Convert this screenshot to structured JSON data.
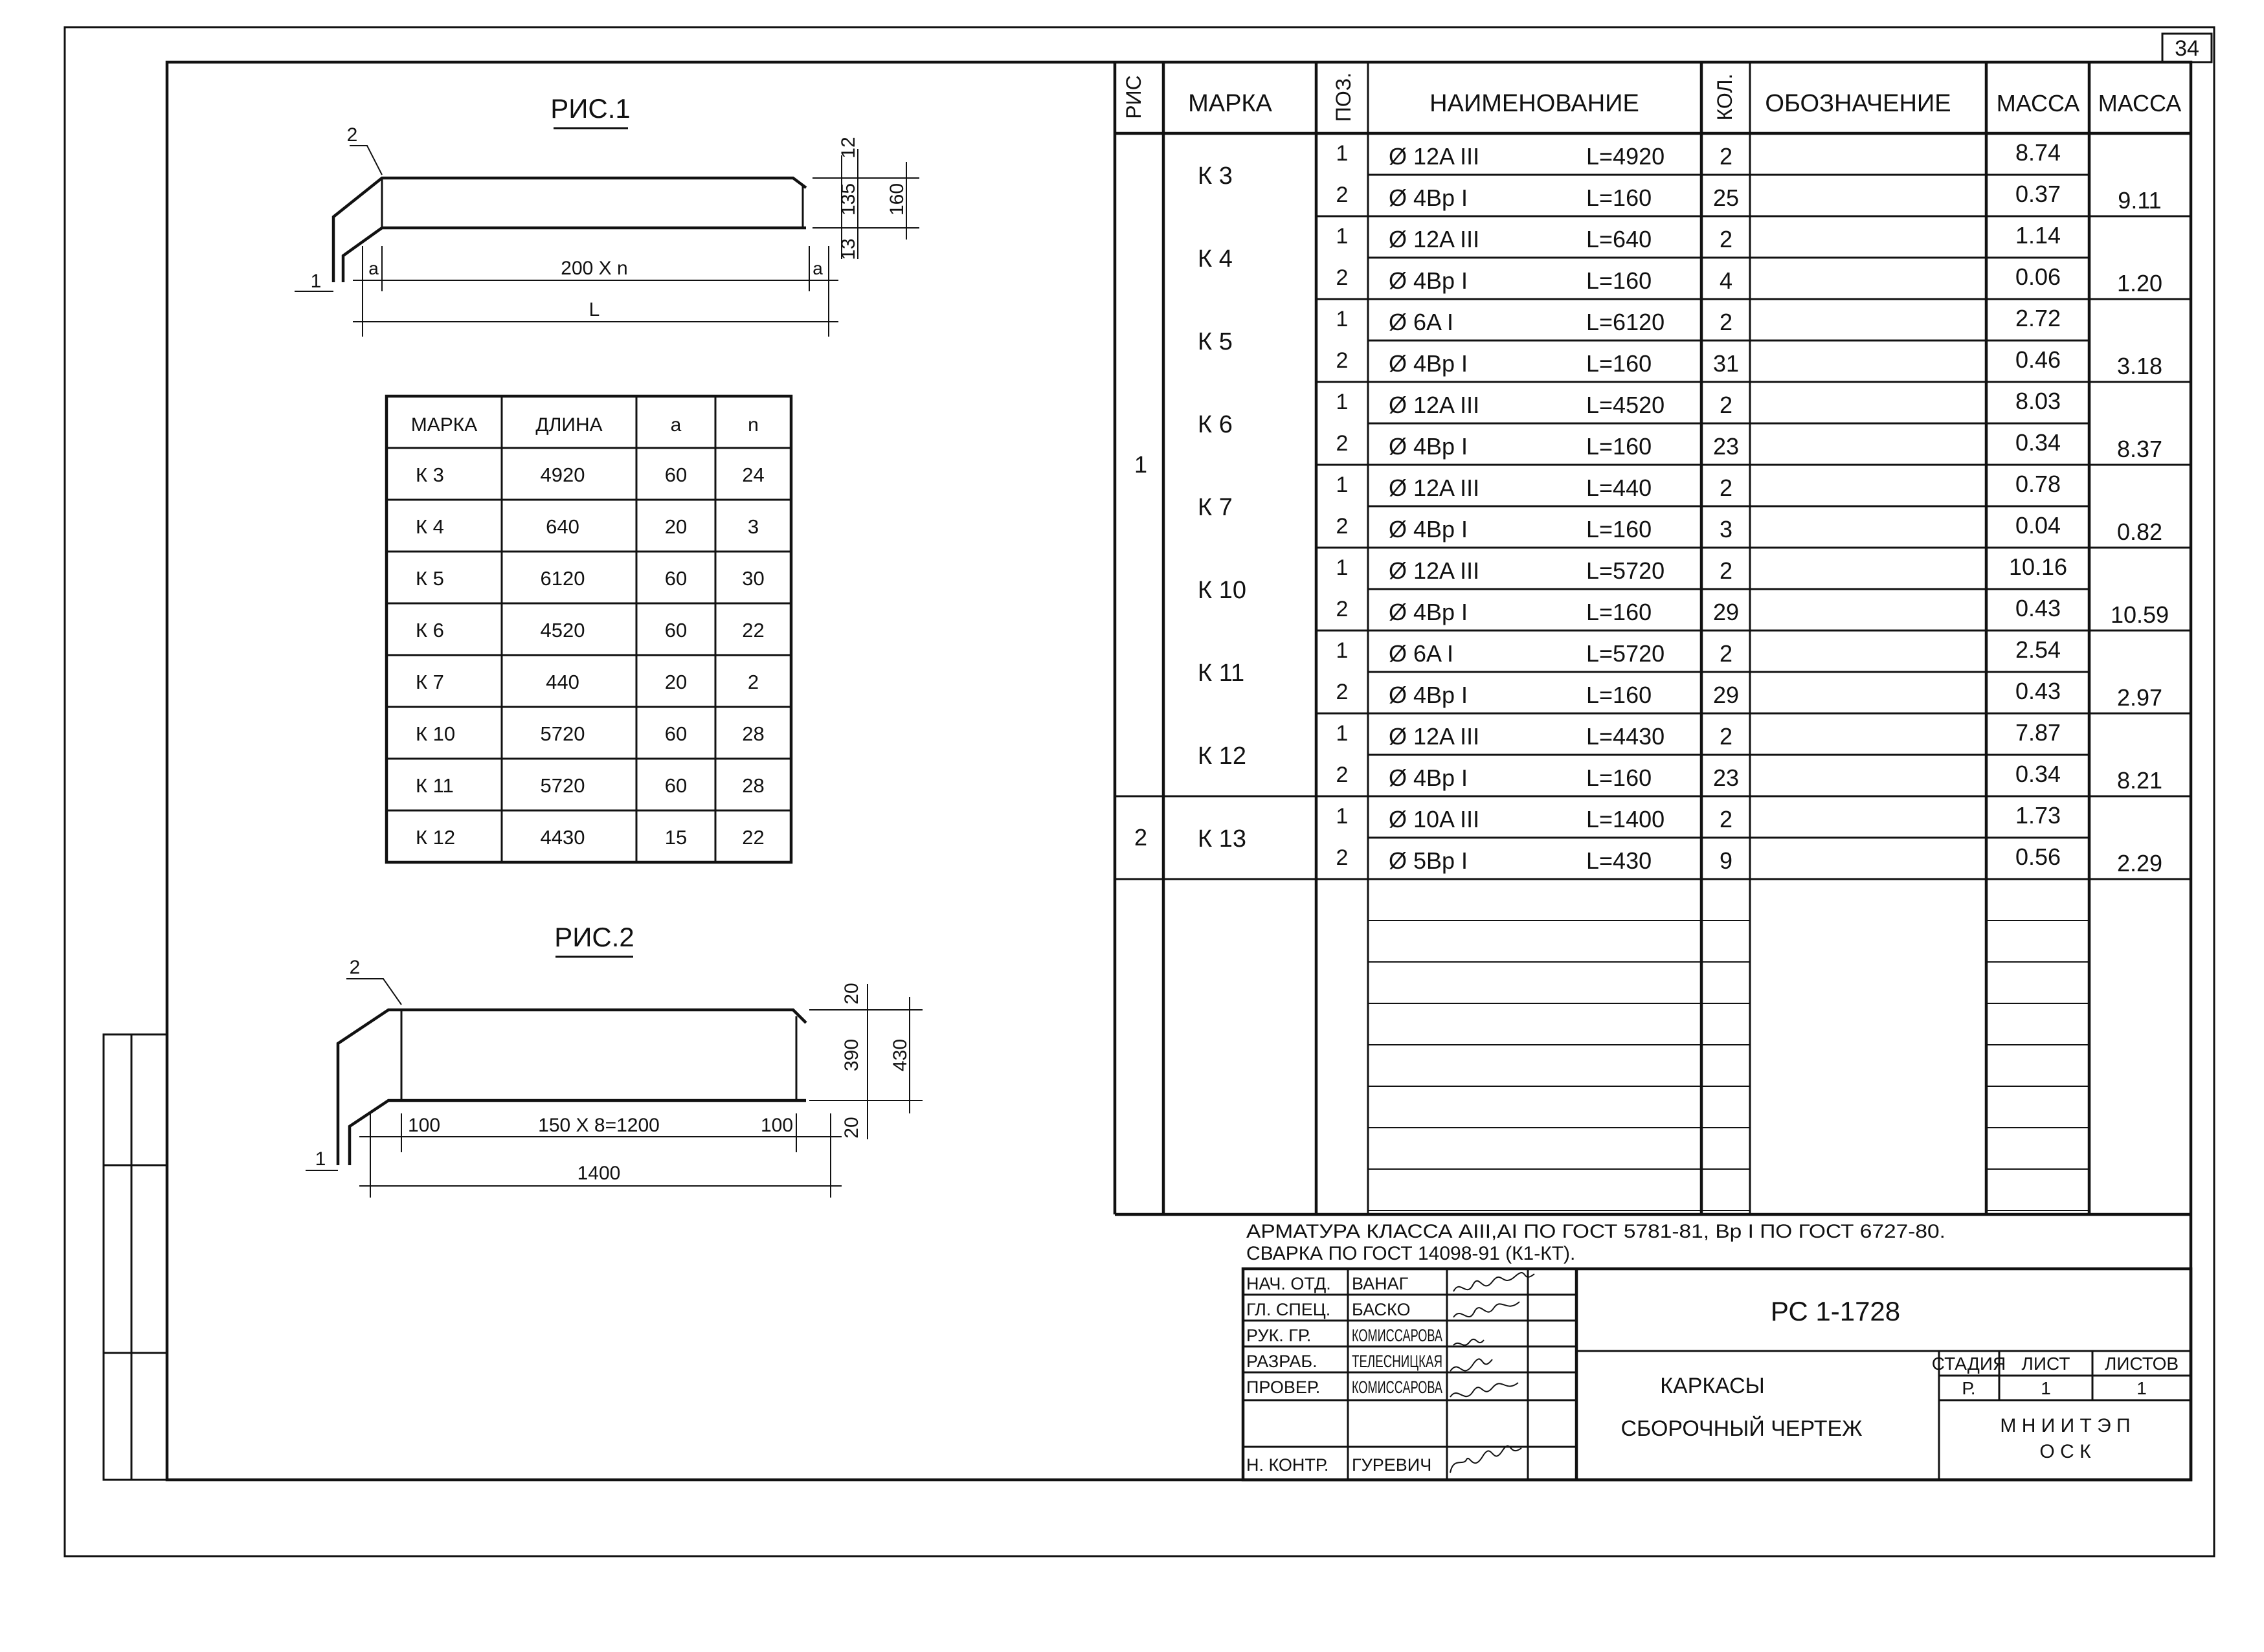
{
  "sheet_number": "34",
  "fig1": {
    "title": "РИС.1",
    "pos1": "1",
    "pos2": "2",
    "dim_12": "12",
    "dim_135": "135",
    "dim_13": "13",
    "dim_160": "160",
    "dim_a_left": "a",
    "dim_a_right": "a",
    "dim_step": "200 X n",
    "dim_L": "L"
  },
  "fig2": {
    "title": "РИС.2",
    "pos1": "1",
    "pos2": "2",
    "dim_20_top": "20",
    "dim_390": "390",
    "dim_20_bottom": "20",
    "dim_430": "430",
    "dim_100_left": "100",
    "dim_step": "150 X 8=1200",
    "dim_100_right": "100",
    "dim_1400": "1400"
  },
  "small_table": {
    "headers": [
      "МАРКА",
      "ДЛИНА",
      "a",
      "n"
    ],
    "rows": [
      [
        "К 3",
        "4920",
        "60",
        "24"
      ],
      [
        "К 4",
        "640",
        "20",
        "3"
      ],
      [
        "К 5",
        "6120",
        "60",
        "30"
      ],
      [
        "К 6",
        "4520",
        "60",
        "22"
      ],
      [
        "К 7",
        "440",
        "20",
        "2"
      ],
      [
        "К 10",
        "5720",
        "60",
        "28"
      ],
      [
        "К 11",
        "5720",
        "60",
        "28"
      ],
      [
        "К 12",
        "4430",
        "15",
        "22"
      ]
    ]
  },
  "spec": {
    "headers": {
      "ris": "РИС",
      "marka": "МАРКА",
      "poz": "ПОЗ.",
      "name": "НАИМЕНОВАНИЕ",
      "kol": "КОЛ.",
      "oboz": "ОБОЗНАЧЕНИЕ",
      "massa1": "МАССА",
      "massa2": "МАССА"
    },
    "ris_values": [
      "1",
      "2"
    ],
    "groups": [
      {
        "marka": "К 3",
        "total": "9.11",
        "rows": [
          {
            "poz": "1",
            "name": "Ø 12A III",
            "len": "L=4920",
            "kol": "2",
            "massa": "8.74"
          },
          {
            "poz": "2",
            "name": "Ø 4Bp I",
            "len": "L=160",
            "kol": "25",
            "massa": "0.37"
          }
        ]
      },
      {
        "marka": "К 4",
        "total": "1.20",
        "rows": [
          {
            "poz": "1",
            "name": "Ø 12A III",
            "len": "L=640",
            "kol": "2",
            "massa": "1.14"
          },
          {
            "poz": "2",
            "name": "Ø 4Bp I",
            "len": "L=160",
            "kol": "4",
            "massa": "0.06"
          }
        ]
      },
      {
        "marka": "К 5",
        "total": "3.18",
        "rows": [
          {
            "poz": "1",
            "name": "Ø 6A I",
            "len": "L=6120",
            "kol": "2",
            "massa": "2.72"
          },
          {
            "poz": "2",
            "name": "Ø 4Bp I",
            "len": "L=160",
            "kol": "31",
            "massa": "0.46"
          }
        ]
      },
      {
        "marka": "К 6",
        "total": "8.37",
        "rows": [
          {
            "poz": "1",
            "name": "Ø 12A III",
            "len": "L=4520",
            "kol": "2",
            "massa": "8.03"
          },
          {
            "poz": "2",
            "name": "Ø 4Bp I",
            "len": "L=160",
            "kol": "23",
            "massa": "0.34"
          }
        ]
      },
      {
        "marka": "К 7",
        "total": "0.82",
        "rows": [
          {
            "poz": "1",
            "name": "Ø 12A III",
            "len": "L=440",
            "kol": "2",
            "massa": "0.78"
          },
          {
            "poz": "2",
            "name": "Ø 4Bp I",
            "len": "L=160",
            "kol": "3",
            "massa": "0.04"
          }
        ]
      },
      {
        "marka": "К 10",
        "total": "10.59",
        "rows": [
          {
            "poz": "1",
            "name": "Ø 12A III",
            "len": "L=5720",
            "kol": "2",
            "massa": "10.16"
          },
          {
            "poz": "2",
            "name": "Ø 4Bp I",
            "len": "L=160",
            "kol": "29",
            "massa": "0.43"
          }
        ]
      },
      {
        "marka": "К 11",
        "total": "2.97",
        "rows": [
          {
            "poz": "1",
            "name": "Ø 6A I",
            "len": "L=5720",
            "kol": "2",
            "massa": "2.54"
          },
          {
            "poz": "2",
            "name": "Ø 4Bp I",
            "len": "L=160",
            "kol": "29",
            "massa": "0.43"
          }
        ]
      },
      {
        "marka": "К 12",
        "total": "8.21",
        "rows": [
          {
            "poz": "1",
            "name": "Ø 12A III",
            "len": "L=4430",
            "kol": "2",
            "massa": "7.87"
          },
          {
            "poz": "2",
            "name": "Ø 4Bp I",
            "len": "L=160",
            "kol": "23",
            "massa": "0.34"
          }
        ]
      },
      {
        "marka": "К 13",
        "total": "2.29",
        "rows": [
          {
            "poz": "1",
            "name": "Ø 10A III",
            "len": "L=1400",
            "kol": "2",
            "massa": "1.73"
          },
          {
            "poz": "2",
            "name": "Ø 5Bp I",
            "len": "L=430",
            "kol": "9",
            "massa": "0.56"
          }
        ]
      }
    ]
  },
  "notes": {
    "line1": "АРМАТУРА КЛАССА AIII,AI ПО ГОСТ 5781-81, Bp I  ПО ГОСТ 6727-80.",
    "line2": "СВАРКА ПО ГОСТ 14098-91 (К1-КТ)."
  },
  "title_block": {
    "roles": [
      "НАЧ. ОТД.",
      "ГЛ. СПЕЦ.",
      "РУК. ГР.",
      "РАЗРАБ.",
      "ПРОВЕР.",
      "",
      "Н. КОНТР."
    ],
    "names": [
      "ВАНАГ",
      "БАСКО",
      "КОМИССАРОВА",
      "ТЕЛЕСНИЦКАЯ",
      "КОМИССАРОВА",
      "",
      "ГУРЕВИЧ"
    ],
    "code": "РС 1-1728",
    "name_line1": "КАРКАСЫ",
    "name_line2": "СБОРОЧНЫЙ ЧЕРТЕЖ",
    "stage_label": "СТАДИЯ",
    "sheet_label": "ЛИСТ",
    "sheets_label": "ЛИСТОВ",
    "stage": "Р.",
    "sheet": "1",
    "sheets": "1",
    "org_line1": "М Н И И Т Э П",
    "org_line2": "О С К"
  }
}
